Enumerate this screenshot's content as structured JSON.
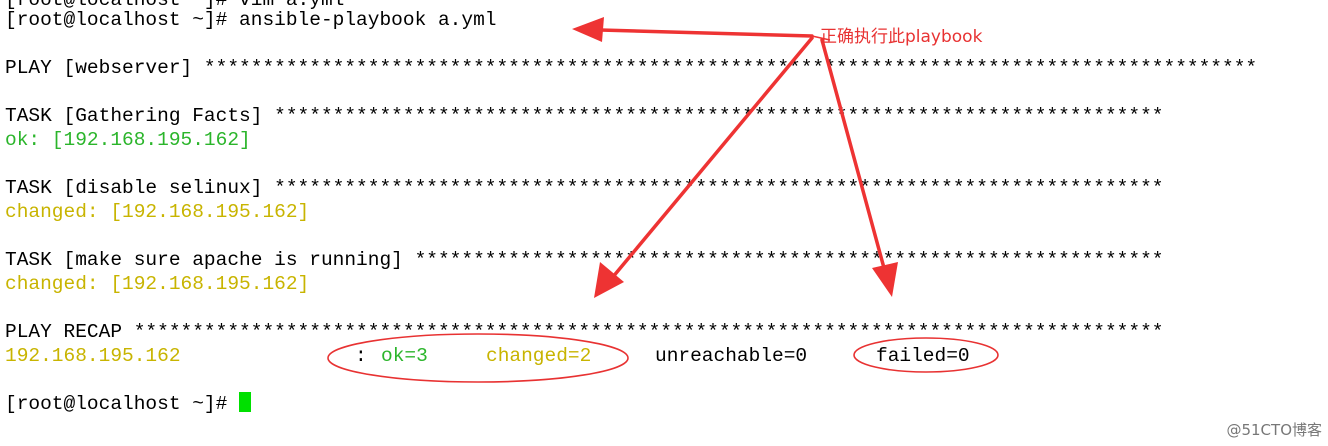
{
  "terminal": {
    "lines": {
      "partial_top": "[root@localhost ~]# vim a.yml",
      "command": "[root@localhost ~]# ansible-playbook a.yml",
      "play_header": "PLAY [webserver] ******************************************************************************************",
      "task1_header": "TASK [Gathering Facts] ****************************************************************************",
      "task1_result": "ok: [192.168.195.162]",
      "task2_header": "TASK [disable selinux] ****************************************************************************",
      "task2_result": "changed: [192.168.195.162]",
      "task3_header": "TASK [make sure apache is running] ****************************************************************",
      "task3_result": "changed: [192.168.195.162]",
      "recap_header": "PLAY RECAP ****************************************************************************************"
    },
    "recap": {
      "host": "192.168.195.162",
      "separator": ": ",
      "ok": "ok=3",
      "changed": "changed=2",
      "unreachable": "unreachable=0",
      "failed": "failed=0"
    },
    "prompt": "[root@localhost ~]# "
  },
  "annotation": {
    "text": "正确执行此playbook",
    "color": "#e83232"
  },
  "watermark": "@51CTO博客",
  "colors": {
    "ok": "#2bb52b",
    "changed": "#c8b400",
    "cursor": "#00e000",
    "annotation": "#e83232"
  }
}
